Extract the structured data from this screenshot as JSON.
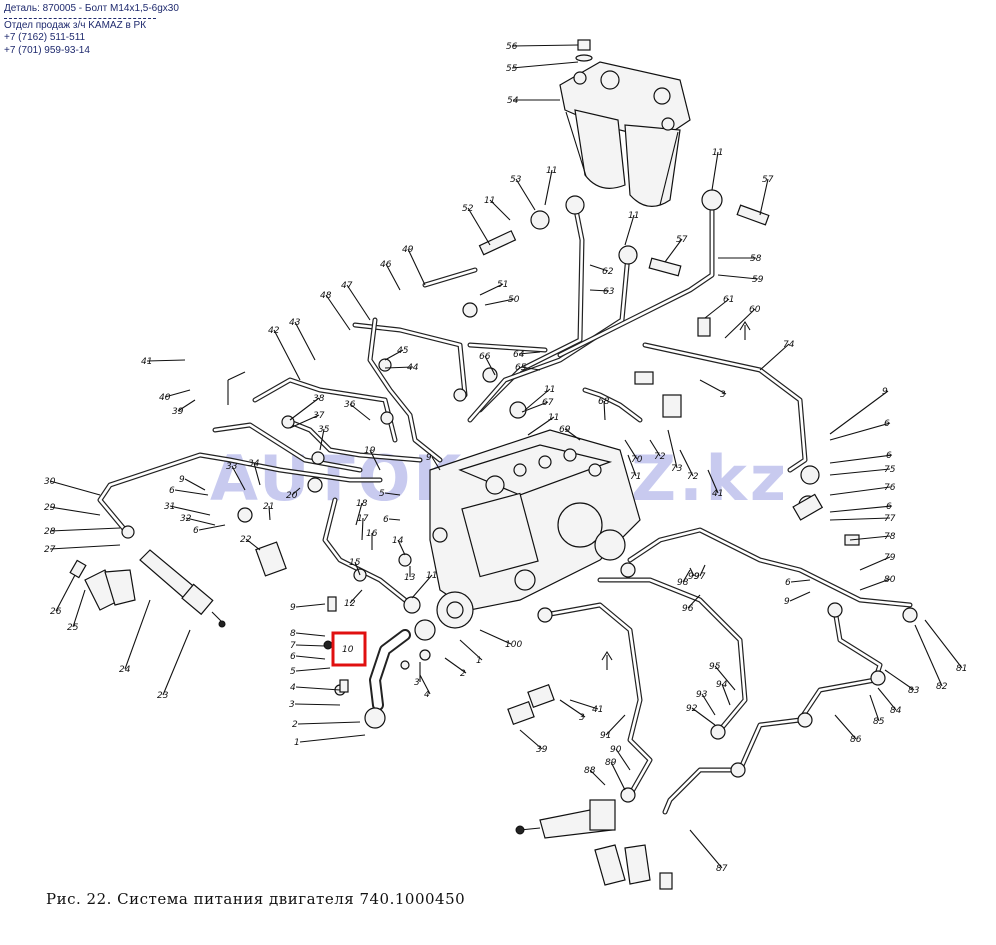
{
  "header": {
    "line1": "Деталь: 870005 - Болт М14х1,5-6gх30",
    "line2": "Отдел продаж з/ч KAMAZ в РК",
    "line3": "+7 (7162) 511-511",
    "line4": "+7 (701) 959-93-14"
  },
  "watermark": "AUTOKAMAZ.kz",
  "caption": "Рис. 22. Система питания двигателя 740.1000450",
  "highlight": {
    "label": "10",
    "color": "#e01010"
  },
  "labels": [
    "1",
    "2",
    "3",
    "4",
    "5",
    "6",
    "7",
    "8",
    "9",
    "10",
    "11",
    "12",
    "13",
    "14",
    "15",
    "16",
    "17",
    "18",
    "19",
    "20",
    "21",
    "22",
    "23",
    "24",
    "25",
    "26",
    "27",
    "28",
    "29",
    "30",
    "31",
    "32",
    "33",
    "34",
    "35",
    "36",
    "37",
    "38",
    "39",
    "40",
    "41",
    "42",
    "43",
    "44",
    "45",
    "46",
    "47",
    "48",
    "49",
    "50",
    "51",
    "52",
    "53",
    "54",
    "55",
    "56",
    "57",
    "58",
    "59",
    "60",
    "61",
    "62",
    "63",
    "64",
    "65",
    "66",
    "67",
    "68",
    "69",
    "70",
    "71",
    "72",
    "73",
    "74",
    "75",
    "76",
    "77",
    "78",
    "79",
    "80",
    "81",
    "82",
    "83",
    "84",
    "85",
    "86",
    "87",
    "88",
    "89",
    "90",
    "91",
    "92",
    "93",
    "94",
    "95",
    "96",
    "97",
    "98",
    "99",
    "100"
  ]
}
